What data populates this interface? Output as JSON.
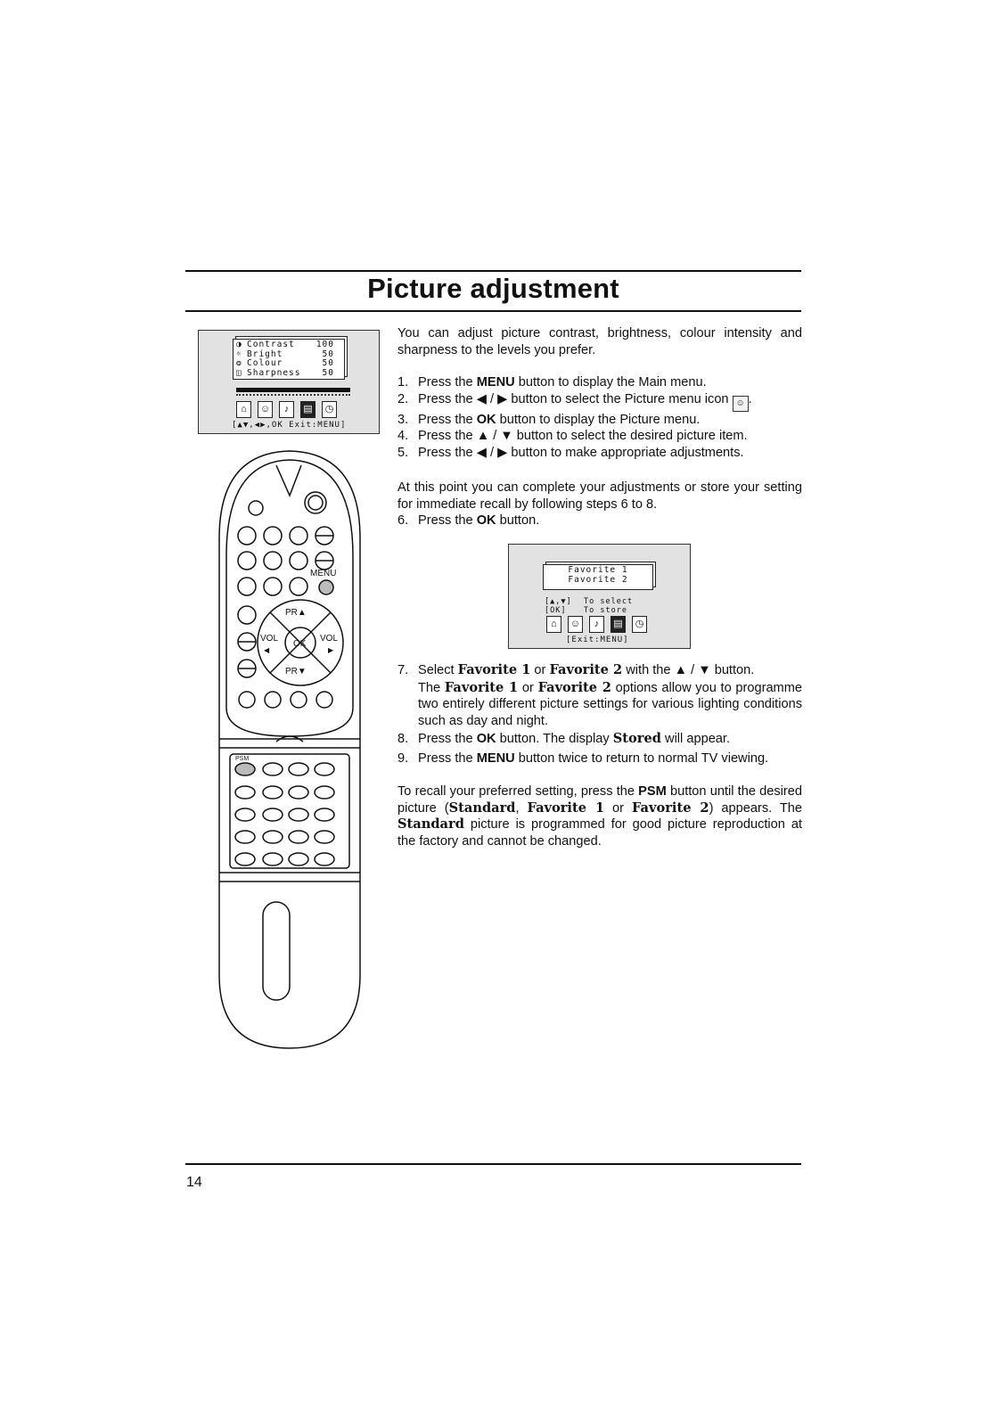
{
  "page": {
    "title": "Picture adjustment",
    "page_number": "14"
  },
  "osd_main": {
    "rows": [
      {
        "icon": "contrast-icon",
        "glyph": "◑",
        "label": "Contrast",
        "value": "100"
      },
      {
        "icon": "bright-icon",
        "glyph": "☼",
        "label": "Bright",
        "value": "50"
      },
      {
        "icon": "colour-icon",
        "glyph": "❂",
        "label": "Colour",
        "value": "50"
      },
      {
        "icon": "sharpness-icon",
        "glyph": "◫",
        "label": "Sharpness",
        "value": "50"
      }
    ],
    "level_fraction": 1.0,
    "footer": "[▲▼,◀▶,OK Exit:MENU]"
  },
  "remote": {
    "menu_label": "MENU",
    "pr_up": "PR▲",
    "pr_down": "PR▼",
    "vol_left": "VOL",
    "vol_right": "VOL",
    "ok": "OK",
    "psm": "PSM"
  },
  "intro": "You can adjust picture contrast, brightness, colour intensity and sharpness to the levels you prefer.",
  "steps_a": [
    {
      "n": "1.",
      "pre": "Press the ",
      "b": "MENU",
      "post": " button to display the Main menu."
    },
    {
      "n": "2.",
      "pre": "Press the ◀ / ▶ button to select the Picture menu icon ",
      "b": "",
      "post": "."
    },
    {
      "n": "3.",
      "pre": "Press the ",
      "b": "OK",
      "post": " button to display the Picture menu."
    },
    {
      "n": "4.",
      "pre": "Press the ▲ / ▼ button to select the desired picture item.",
      "b": "",
      "post": ""
    },
    {
      "n": "5.",
      "pre": "Press the ◀ / ▶ button to make appropriate adjustments.",
      "b": "",
      "post": ""
    }
  ],
  "mid_para": "At this point you can complete your adjustments or store your setting for immediate recall by following steps 6 to 8.",
  "step6": {
    "n": "6.",
    "pre": "Press the ",
    "b": "OK",
    "post": " button."
  },
  "osd_fav": {
    "items": [
      "Favorite 1",
      "Favorite 2"
    ],
    "hint1_key": "[▲,▼]",
    "hint1_text": "To select",
    "hint2_key": "[OK]",
    "hint2_text": "To store",
    "footer": "[Exit:MENU]"
  },
  "step7": {
    "n": "7.",
    "t1": "Select ",
    "fav1": "Favorite 1",
    "t2": " or ",
    "fav2": "Favorite 2",
    "t3": " with the ▲ / ▼ button.",
    "p2_t1": "The ",
    "p2_fav1": "Favorite 1",
    "p2_t2": " or ",
    "p2_fav2": "Favorite 2",
    "p2_t3": " options allow you to programme two entirely different picture settings for various lighting conditions such as day and night."
  },
  "step8": {
    "n": "8.",
    "t1": "Press the ",
    "b": "OK",
    "t2": " button. The display ",
    "stored": "Stored",
    "t3": " will appear."
  },
  "step9": {
    "n": "9.",
    "t1": "Press the ",
    "b": "MENU",
    "t2": " button twice to return to normal TV viewing."
  },
  "recall": {
    "t1": "To recall your preferred setting, press the ",
    "psm": "PSM",
    "t2": " button until the desired picture (",
    "std": "Standard",
    "t3": ", ",
    "f1": "Favorite 1",
    "t4": " or ",
    "f2": "Favorite 2",
    "t5": ") appears. The ",
    "std2": "Standard",
    "t6": " picture is programmed for good picture reproduction at the factory and cannot be changed."
  }
}
